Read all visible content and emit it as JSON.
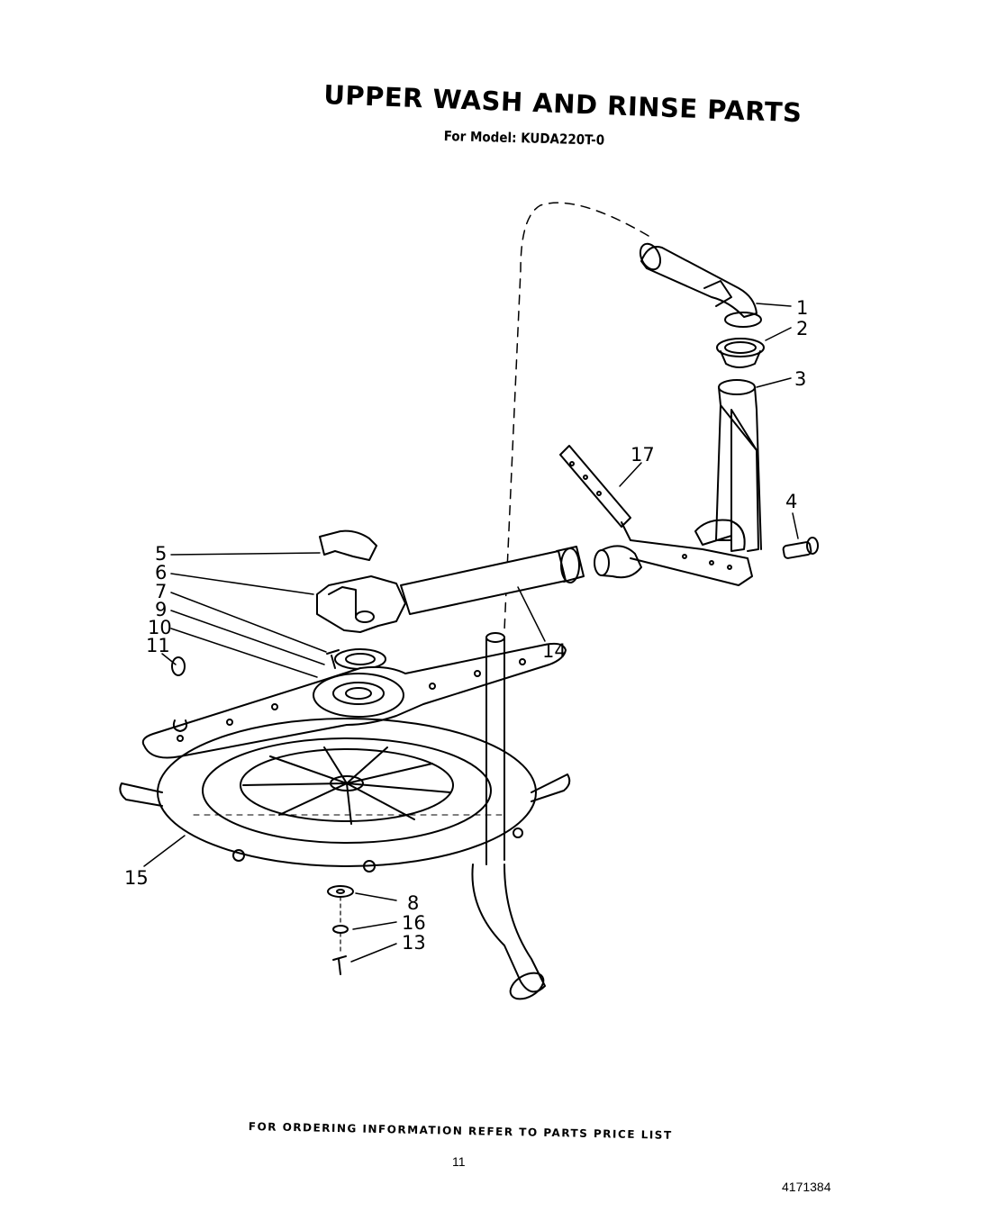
{
  "header": {
    "title": "UPPER WASH AND RINSE PARTS",
    "subtitle": "For Model: KUDA220T-0"
  },
  "callouts": [
    "1",
    "2",
    "3",
    "4",
    "5",
    "6",
    "7",
    "9",
    "10",
    "11",
    "14",
    "15",
    "17",
    "8",
    "16",
    "13"
  ],
  "footer": {
    "ordering_note": "FOR ORDERING INFORMATION REFER TO PARTS PRICE LIST",
    "page_number": "11",
    "document_number": "4171384"
  }
}
